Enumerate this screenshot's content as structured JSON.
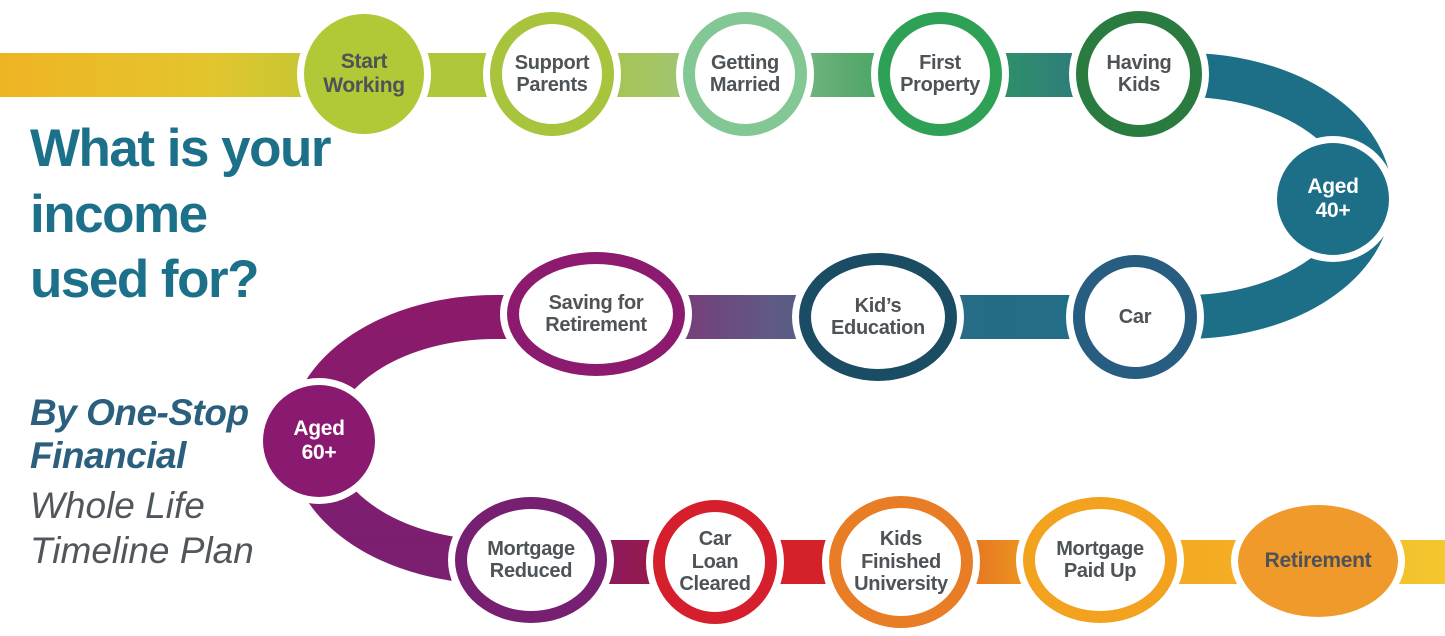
{
  "title": "What is your\nincome\nused for?",
  "byline": "By One-Stop\nFinancial",
  "plan_name": "Whole Life\nTimeline Plan",
  "palette": {
    "title_teal": "#1C708A",
    "byline_blue": "#2B5F7E",
    "plan_gray": "#4F565C",
    "node_text_dark": "#4D5357",
    "node_text_light": "#FFFFFF",
    "band_yellow_start": "#EFB424",
    "band_teal": "#1D6F88",
    "band_purple": "#8B1A6B",
    "band_red": "#D7202B",
    "band_orange": "#F2A21E",
    "band_yellow_end": "#F4C72E"
  },
  "timeline_order": [
    "start_working",
    "support_parents",
    "getting_married",
    "first_property",
    "having_kids",
    "aged_40",
    "car",
    "kids_education",
    "saving_retirement",
    "aged_60",
    "mortgage_reduced",
    "car_loan_cleared",
    "kids_finished_university",
    "mortgage_paid_up",
    "retirement"
  ],
  "nodes": {
    "start_working": {
      "label": "Start\nWorking",
      "color": "#B1C837",
      "filled": true,
      "text": "dark"
    },
    "support_parents": {
      "label": "Support\nParents",
      "color": "#A8C43D",
      "filled": false,
      "text": "dark"
    },
    "getting_married": {
      "label": "Getting\nMarried",
      "color": "#82C794",
      "filled": false,
      "text": "dark"
    },
    "first_property": {
      "label": "First\nProperty",
      "color": "#2FA156",
      "filled": false,
      "text": "dark"
    },
    "having_kids": {
      "label": "Having\nKids",
      "color": "#2A7B40",
      "filled": false,
      "text": "dark"
    },
    "aged_40": {
      "label": "Aged\n40+",
      "color": "#1D6F88",
      "filled": true,
      "text": "light"
    },
    "car": {
      "label": "Car",
      "color": "#275D80",
      "filled": false,
      "text": "dark"
    },
    "kids_education": {
      "label": "Kid’s\nEducation",
      "color": "#1A4C63",
      "filled": false,
      "text": "dark"
    },
    "saving_retirement": {
      "label": "Saving for\nRetirement",
      "color": "#8C1A6E",
      "filled": false,
      "text": "dark"
    },
    "aged_60": {
      "label": "Aged\n60+",
      "color": "#8A1A70",
      "filled": true,
      "text": "light"
    },
    "mortgage_reduced": {
      "label": "Mortgage\nReduced",
      "color": "#772072",
      "filled": false,
      "text": "dark"
    },
    "car_loan_cleared": {
      "label": "Car\nLoan\nCleared",
      "color": "#D61F2C",
      "filled": false,
      "text": "dark"
    },
    "kids_finished_university": {
      "label": "Kids\nFinished\nUniversity",
      "color": "#E87D26",
      "filled": false,
      "text": "dark"
    },
    "mortgage_paid_up": {
      "label": "Mortgage\nPaid Up",
      "color": "#F2A21E",
      "filled": false,
      "text": "dark"
    },
    "retirement": {
      "label": "Retirement",
      "color": "#F09A2B",
      "filled": true,
      "text": "dark"
    }
  }
}
